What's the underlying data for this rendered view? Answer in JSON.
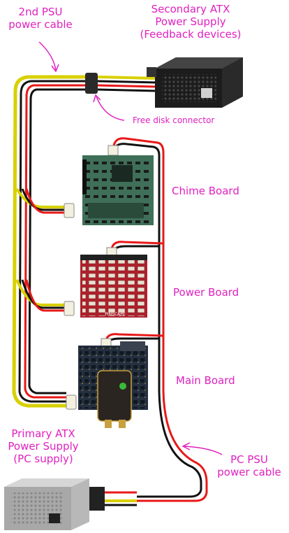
{
  "labels": {
    "psu2_cable": [
      "2nd PSU",
      "power cable"
    ],
    "secondary_psu": [
      "Secondary ATX",
      "Power Supply",
      "(Feedback devices)"
    ],
    "free_disk": "Free disk connector",
    "chime_board": "Chime Board",
    "power_board": "Power Board",
    "main_board": "Main Board",
    "primary_psu": [
      "Primary ATX",
      "Power Supply",
      "(PC supply)"
    ],
    "pc_psu_cable": [
      "PC PSU",
      "power cable"
    ]
  },
  "board_markings": {
    "power_board": "PINSCAPE"
  },
  "colors": {
    "label": "#e020c0",
    "wire_red": "#e81818",
    "wire_black": "#111111",
    "wire_yellow": "#d8d000",
    "chime_pcb": "#3f6f58",
    "power_pcb": "#b0202c",
    "main_pcb": "#243040",
    "psu_body": "#b8b8b8"
  }
}
